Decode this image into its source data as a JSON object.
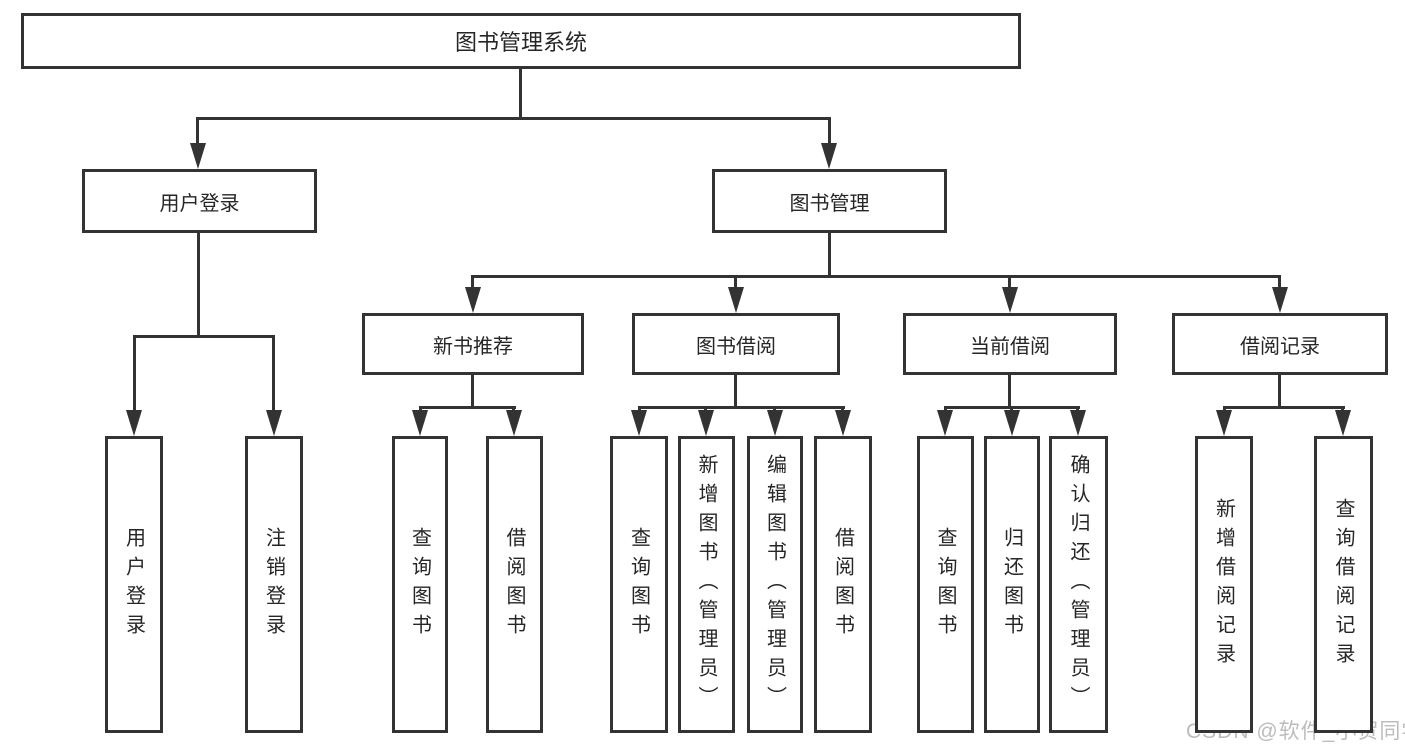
{
  "diagram_title": "图书管理系统",
  "nodes": {
    "root": {
      "label": "图书管理系统"
    },
    "user-login": {
      "label": "用户登录"
    },
    "book-mgmt": {
      "label": "图书管理"
    },
    "new-recommend": {
      "label": "新书推荐"
    },
    "book-borrow": {
      "label": "图书借阅"
    },
    "current-borrow": {
      "label": "当前借阅"
    },
    "borrow-record": {
      "label": "借阅记录"
    },
    "leaf-user-login": {
      "label": "用户登录"
    },
    "leaf-logout": {
      "label": "注销登录"
    },
    "leaf-nr-query": {
      "label": "查询图书"
    },
    "leaf-nr-borrow": {
      "label": "借阅图书"
    },
    "leaf-bb-query": {
      "label": "查询图书"
    },
    "leaf-bb-add": {
      "label": "新增图书（管理员）"
    },
    "leaf-bb-edit": {
      "label": "编辑图书（管理员）"
    },
    "leaf-bb-borrow": {
      "label": "借阅图书"
    },
    "leaf-cb-query": {
      "label": "查询图书"
    },
    "leaf-cb-return": {
      "label": "归还图书"
    },
    "leaf-cb-confirm": {
      "label": "确认归还（管理员）"
    },
    "leaf-br-add": {
      "label": "新增借阅记录"
    },
    "leaf-br-query": {
      "label": "查询借阅记录"
    }
  },
  "tree": {
    "root": [
      "user-login",
      "book-mgmt"
    ],
    "user-login": [
      "leaf-user-login",
      "leaf-logout"
    ],
    "book-mgmt": [
      "new-recommend",
      "book-borrow",
      "current-borrow",
      "borrow-record"
    ],
    "new-recommend": [
      "leaf-nr-query",
      "leaf-nr-borrow"
    ],
    "book-borrow": [
      "leaf-bb-query",
      "leaf-bb-add",
      "leaf-bb-edit",
      "leaf-bb-borrow"
    ],
    "current-borrow": [
      "leaf-cb-query",
      "leaf-cb-return",
      "leaf-cb-confirm"
    ],
    "borrow-record": [
      "leaf-br-add",
      "leaf-br-query"
    ]
  },
  "watermark": {
    "text": "CSDN @软件_小贺同学"
  },
  "colors": {
    "line": "#333333",
    "box_border": "#333333",
    "text": "#262626",
    "watermark": "#bcbcbc",
    "background": "#ffffff"
  }
}
